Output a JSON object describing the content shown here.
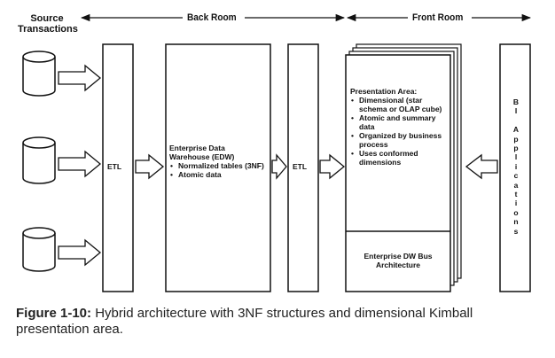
{
  "headers": {
    "source": "Source Transactions",
    "back_room": "Back Room",
    "front_room": "Front Room"
  },
  "etl_label": "ETL",
  "edw": {
    "title": "Enterprise Data Warehouse (EDW)",
    "bullets": [
      "Normalized tables (3NF)",
      "Atomic data"
    ]
  },
  "presentation": {
    "title": "Presentation Area:",
    "bullets": [
      "Dimensional (star schema or OLAP cube)",
      "Atomic and summary data",
      "Organized by business process",
      "Uses conformed dimensions"
    ],
    "bus": "Enterprise DW Bus Architecture"
  },
  "bi_label": "BI Applications",
  "caption": {
    "figure": "Figure 1-10:",
    "text": " Hybrid architecture with 3NF structures and dimensional Kimball presentation area."
  }
}
